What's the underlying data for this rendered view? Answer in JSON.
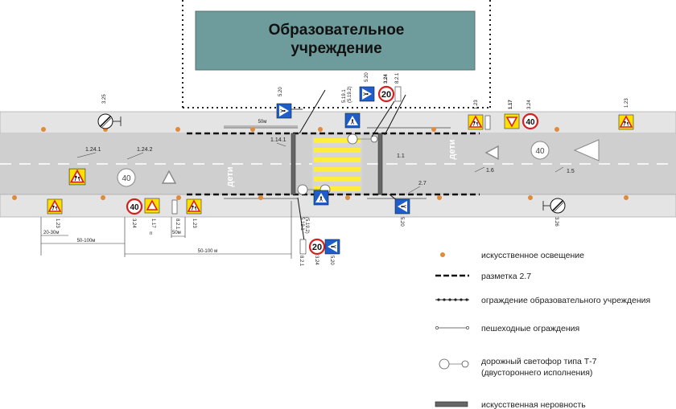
{
  "building": {
    "title_line1": "Образовательное",
    "title_line2": "учреждение",
    "fill": "#6e9b9b"
  },
  "colors": {
    "road": "#cfcfcf",
    "sidewalk": "#e4e4e4",
    "lamp": "#e08a3a",
    "crossing": "#ffef3a",
    "sign_blue": "#1f5ec9",
    "sign_yellow": "#ffe000",
    "sign_red": "#d62020"
  },
  "road_words": {
    "deti_left": "дети",
    "deti_right": "дети",
    "speed_40_left": "40",
    "speed_40_right": "40"
  },
  "sign_numbers": {
    "n_3_25": "3.25",
    "n_5_20": "5.20",
    "n_5_20b": "5.20",
    "n_5_19_1": "5.19.1",
    "n_5_19_2": "(5.19.2)",
    "n_3_24_top": "3.24",
    "n_8_2_1_top": "8.2.1",
    "n_20_top": "20",
    "n_1_23_top": "1.23",
    "n_1_17_top": "1.17",
    "n_3_24_right": "3.24",
    "n_40_right_sign": "40",
    "n_1_23_far": "1.23",
    "n_1_23_left": "1.23",
    "n_3_24_left": "3.24",
    "n_40_left_sign": "40",
    "n_1_17_left": "1.17",
    "n_8_2_1_left": "8.2.1",
    "n_1_23_left2": "1.23",
    "n_5_19_1b": "5.19.1",
    "n_5_19_2b": "(5.19.2)",
    "n_20_bot": "20",
    "n_3_24_bot": "3.24",
    "n_8_2_1_bot": "8.2.1",
    "n_5_20_bot": "5.20",
    "n_3_26": "3.26"
  },
  "markings": {
    "m_1_24_1": "1.24.1",
    "m_1_24_2": "1.24.2",
    "m_1_14_1": "1.14.1",
    "m_1_1": "1.1",
    "m_1_6": "1.6",
    "m_1_5": "1.5",
    "m_2_7": "2.7"
  },
  "dimensions": {
    "d_50m": "50м",
    "d_20_30": "20-30м",
    "d_50_100_top": "50-100м",
    "d_50_100_bot": "50-100 м",
    "d_50m_small": "50м",
    "d_n": "n"
  },
  "legend": [
    {
      "label": "искусственное освещение"
    },
    {
      "label": "разметка 2.7"
    },
    {
      "label": "ограждение образовательного учреждения"
    },
    {
      "label": "пешеходные ограждения"
    },
    {
      "label": "дорожный светофор типа Т-7"
    },
    {
      "label": "(двустороннего исполнения)"
    },
    {
      "label": "искусственная неровность"
    }
  ]
}
